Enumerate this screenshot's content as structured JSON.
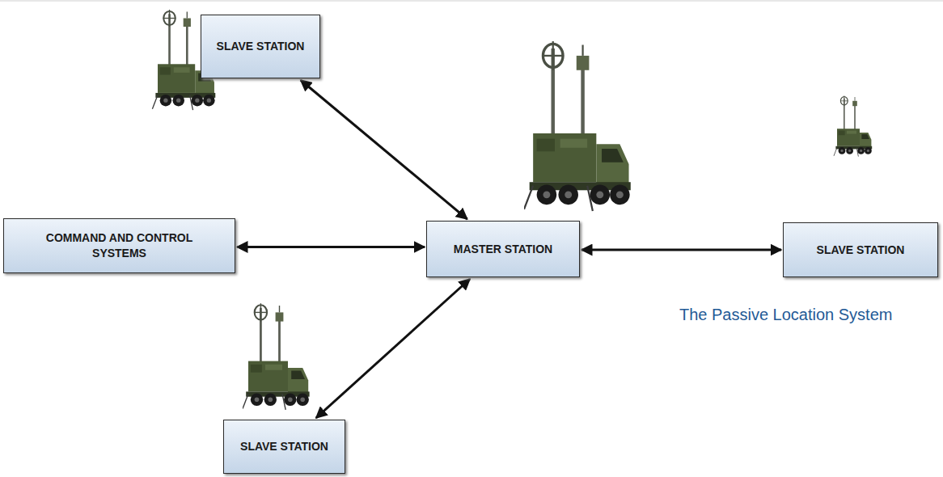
{
  "diagram": {
    "caption": "The Passive Location System",
    "nodes": [
      {
        "text": [
          "SLAVE STATION"
        ]
      },
      {
        "text": [
          "COMMAND AND CONTROL SYSTEMS"
        ]
      },
      {
        "text": [
          "MASTER STATION"
        ]
      },
      {
        "text": [
          "SLAVE STATION"
        ]
      },
      {
        "text": [
          "SLAVE STATION"
        ]
      }
    ],
    "edges": [
      {
        "from": 0,
        "to": 2,
        "arrow": "both"
      },
      {
        "from": 1,
        "to": 2,
        "arrow": "both"
      },
      {
        "from": 2,
        "to": 3,
        "arrow": "both"
      },
      {
        "from": 2,
        "to": 4,
        "arrow": "both"
      }
    ]
  }
}
